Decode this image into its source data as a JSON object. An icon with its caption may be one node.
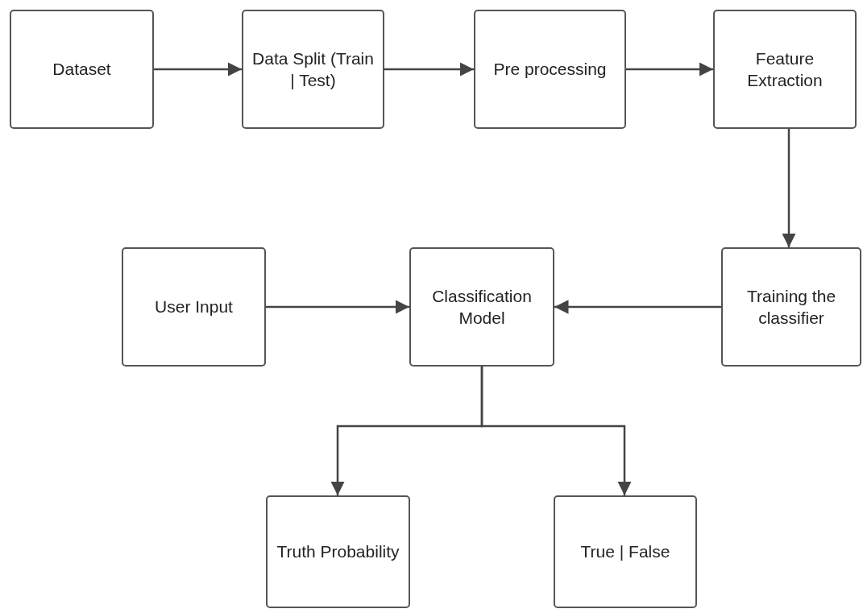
{
  "diagram": {
    "nodes": [
      {
        "text": [
          "Dataset"
        ]
      },
      {
        "text": [
          "Data Split (Train | Test)"
        ]
      },
      {
        "text": [
          "Pre processing"
        ]
      },
      {
        "text": [
          "Feature Extraction"
        ]
      },
      {
        "text": [
          "User Input"
        ]
      },
      {
        "text": [
          "Classification Model"
        ]
      },
      {
        "text": [
          "Training the classifier"
        ]
      },
      {
        "text": [
          "Truth Probability"
        ]
      },
      {
        "text": [
          "True | False"
        ]
      }
    ],
    "edges": [
      {
        "from": 0,
        "to": 1,
        "arrow": "to"
      },
      {
        "from": 1,
        "to": 2,
        "arrow": "to"
      },
      {
        "from": 2,
        "to": 3,
        "arrow": "to"
      },
      {
        "from": 3,
        "to": 6,
        "arrow": "to"
      },
      {
        "from": 6,
        "to": 5,
        "arrow": "to"
      },
      {
        "from": 4,
        "to": 5,
        "arrow": "to"
      },
      {
        "from": 5,
        "to": 7,
        "arrow": "to"
      },
      {
        "from": 5,
        "to": 8,
        "arrow": "to"
      }
    ]
  }
}
